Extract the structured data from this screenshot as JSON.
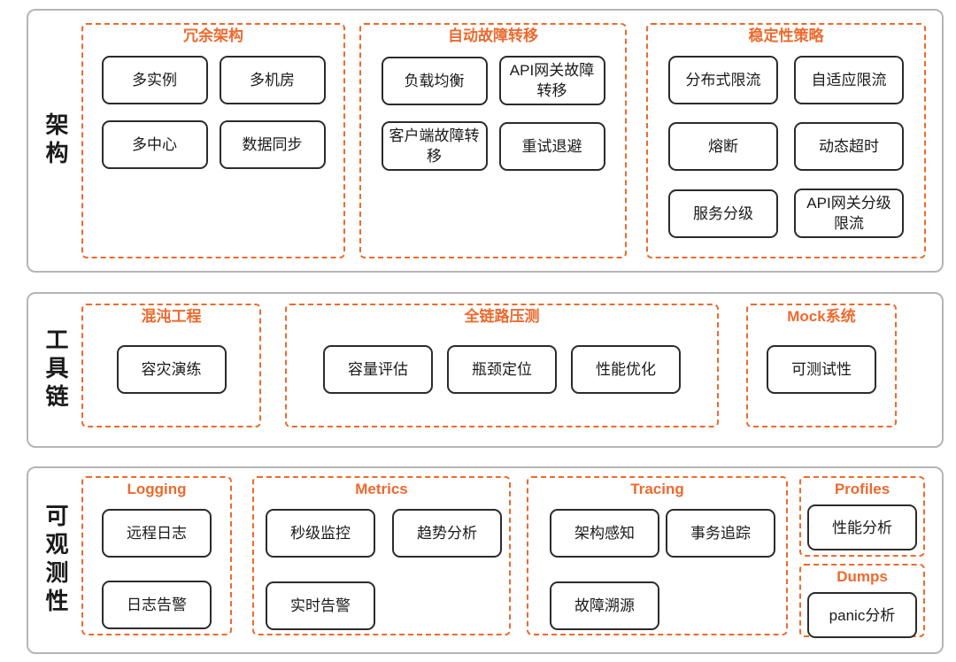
{
  "colors": {
    "accent": "#ED6A2E",
    "node_border": "#2b2b2b",
    "section_border": "#b5b5b5",
    "text": "#1a1a1a"
  },
  "sections": [
    {
      "label": "架构",
      "groups": [
        {
          "title": "冗余架构",
          "items": [
            "多实例",
            "多机房",
            "多中心",
            "数据同步"
          ]
        },
        {
          "title": "自动故障转移",
          "items": [
            "负载均衡",
            "API网关故障转移",
            "客户端故障转移",
            "重试退避"
          ]
        },
        {
          "title": "稳定性策略",
          "items": [
            "分布式限流",
            "自适应限流",
            "熔断",
            "动态超时",
            "服务分级",
            "API网关分级限流"
          ]
        }
      ]
    },
    {
      "label": "工具链",
      "groups": [
        {
          "title": "混沌工程",
          "items": [
            "容灾演练"
          ]
        },
        {
          "title": "全链路压测",
          "items": [
            "容量评估",
            "瓶颈定位",
            "性能优化"
          ]
        },
        {
          "title": "Mock系统",
          "items": [
            "可测试性"
          ]
        }
      ]
    },
    {
      "label": "可观测性",
      "groups": [
        {
          "title": "Logging",
          "items": [
            "远程日志",
            "日志告警"
          ]
        },
        {
          "title": "Metrics",
          "items": [
            "秒级监控",
            "趋势分析",
            "实时告警"
          ]
        },
        {
          "title": "Tracing",
          "items": [
            "架构感知",
            "事务追踪",
            "故障溯源"
          ]
        },
        {
          "title": "Profiles",
          "items": [
            "性能分析"
          ]
        },
        {
          "title": "Dumps",
          "items": [
            "panic分析"
          ]
        }
      ]
    }
  ]
}
